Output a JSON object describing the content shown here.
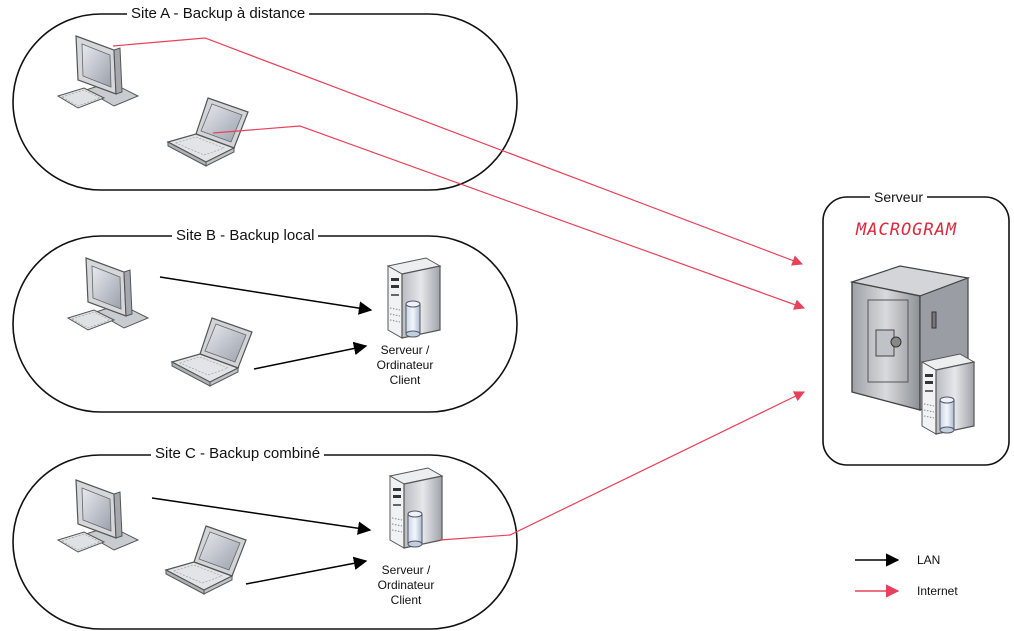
{
  "colors": {
    "lan": "#000000",
    "internet": "#e8415a",
    "brand": "#d8283c",
    "box_stroke": "#111111"
  },
  "sites": {
    "a": {
      "title": "Site  A - Backup à distance"
    },
    "b": {
      "title": "Site B - Backup local",
      "server_label": [
        "Serveur /",
        "Ordinateur",
        "Client"
      ]
    },
    "c": {
      "title": "Site C - Backup combiné",
      "server_label": [
        "Serveur /",
        "Ordinateur",
        "Client"
      ]
    }
  },
  "server_box": {
    "title": "Serveur",
    "brand": "MACROGRAM"
  },
  "legend": {
    "lan": "LAN",
    "internet": "Internet"
  },
  "icons": {
    "desktop": "desktop-computer-icon",
    "laptop": "laptop-icon",
    "server": "server-tower-icon",
    "database": "database-icon",
    "safe": "safe-server-icon"
  }
}
